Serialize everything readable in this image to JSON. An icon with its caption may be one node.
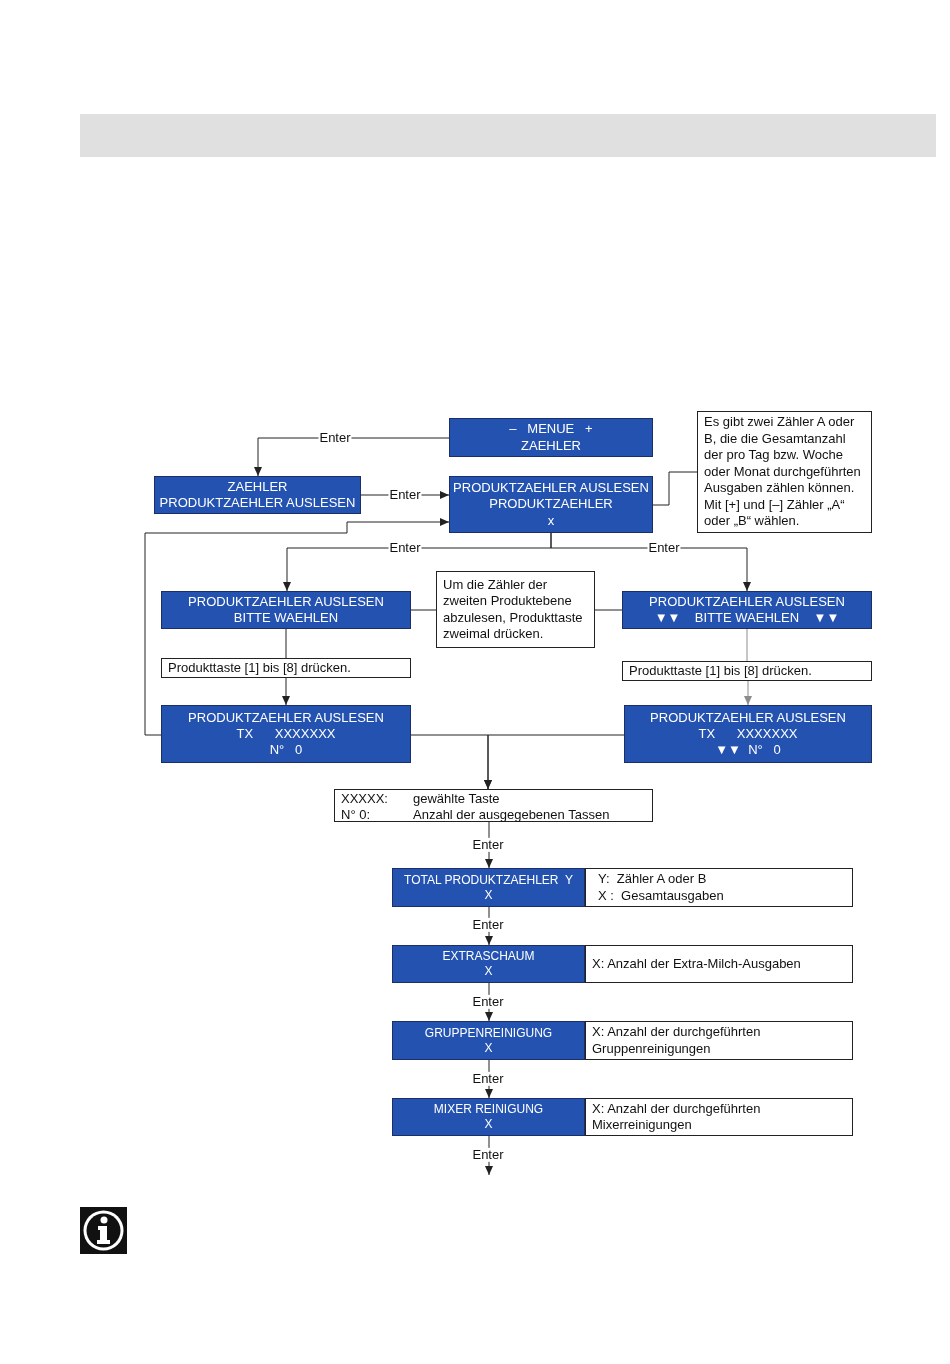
{
  "diagram": {
    "nodes": [
      {
        "text": [
          "–   MENUE   +",
          "ZAEHLER"
        ]
      },
      {
        "text": [
          "ZAEHLER",
          "PRODUKTZAEHLER AUSLESEN"
        ]
      },
      {
        "text": [
          "PRODUKTZAEHLER AUSLESEN",
          "PRODUKTZAEHLER",
          "x"
        ]
      },
      {
        "text": [
          "Es gibt zwei Zähler A oder B, die die Gesamtanzahl der pro Tag bzw. Woche oder Monat durchgeführten Ausgaben zählen können. Mit [+] und [–] Zähler „A“ oder „B“ wählen."
        ]
      },
      {
        "text": [
          "PRODUKTZAEHLER AUSLESEN",
          "BITTE WAEHLEN"
        ]
      },
      {
        "text": [
          "Um die Zähler der zweiten Produktebene abzulesen, Produkttaste zweimal drücken."
        ]
      },
      {
        "text": [
          "PRODUKTZAEHLER AUSLESEN",
          "▼▼    BITTE WAEHLEN    ▼▼"
        ]
      },
      {
        "text": [
          "Produkttaste [1] bis [8] drücken."
        ]
      },
      {
        "text": [
          "Produkttaste [1] bis [8] drücken."
        ]
      },
      {
        "text": [
          "PRODUKTZAEHLER AUSLESEN",
          "TX      XXXXXXX",
          "N°   0"
        ]
      },
      {
        "text": [
          "PRODUKTZAEHLER AUSLESEN",
          "TX      XXXXXXX",
          "▼▼  N°   0"
        ]
      },
      {
        "text": [
          "XXXXX:",
          "gewählte Taste",
          "N° 0:",
          "Anzahl der ausgegebenen Tassen"
        ]
      },
      {
        "text": [
          "TOTAL PRODUKTZAEHLER  Y",
          "X"
        ]
      },
      {
        "text": [
          "Y:  Zähler A oder B",
          "X :  Gesamtausgaben"
        ]
      },
      {
        "text": [
          "EXTRASCHAUM",
          "X"
        ]
      },
      {
        "text": [
          "X: Anzahl der Extra-Milch-Ausgaben"
        ]
      },
      {
        "text": [
          "GRUPPENREINIGUNG",
          "X"
        ]
      },
      {
        "text": [
          "X: Anzahl der durchgeführten Gruppenreinigungen"
        ]
      },
      {
        "text": [
          "MIXER REINIGUNG",
          "X"
        ]
      },
      {
        "text": [
          "X: Anzahl der durchgeführten Mixerreinigungen"
        ]
      }
    ],
    "edges": [
      {
        "from": 0,
        "to": 1,
        "arrow": "to",
        "label": "Enter"
      },
      {
        "from": 1,
        "to": 2,
        "arrow": "to",
        "label": "Enter"
      },
      {
        "from": 2,
        "to": 3,
        "arrow": "none"
      },
      {
        "from": 2,
        "to": 4,
        "arrow": "to",
        "label": "Enter"
      },
      {
        "from": 2,
        "to": 6,
        "arrow": "to",
        "label": "Enter"
      },
      {
        "from": 4,
        "to": 5,
        "arrow": "none"
      },
      {
        "from": 5,
        "to": 6,
        "arrow": "none"
      },
      {
        "from": 4,
        "to": 7,
        "arrow": "none"
      },
      {
        "from": 7,
        "to": 9,
        "arrow": "to"
      },
      {
        "from": 6,
        "to": 8,
        "arrow": "none",
        "color": "#8c8c8c"
      },
      {
        "from": 8,
        "to": 10,
        "arrow": "to",
        "color": "#8c8c8c"
      },
      {
        "from": 9,
        "to": 2,
        "arrow": "to"
      },
      {
        "from": 9,
        "to": 11,
        "arrow": "to"
      },
      {
        "from": 10,
        "to": 11,
        "arrow": "to"
      },
      {
        "from": 11,
        "to": 12,
        "arrow": "to",
        "label": "Enter"
      },
      {
        "from": 12,
        "to": 14,
        "arrow": "to",
        "label": "Enter"
      },
      {
        "from": 14,
        "to": 16,
        "arrow": "to",
        "label": "Enter"
      },
      {
        "from": 16,
        "to": 18,
        "arrow": "to",
        "label": "Enter"
      },
      {
        "from": 18,
        "to": null,
        "arrow": "to",
        "label": "Enter"
      }
    ]
  }
}
